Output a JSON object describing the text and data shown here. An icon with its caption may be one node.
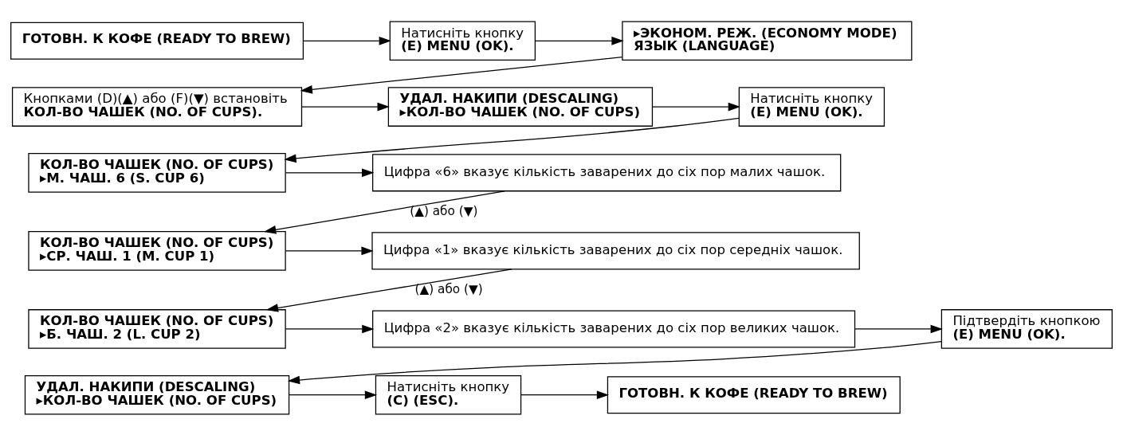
{
  "diagram": {
    "nodes": [
      {
        "text": [
          "ГОТОВН. К КОФЕ (READY TO BREW)"
        ]
      },
      {
        "text": [
          "Натисніть кнопку",
          "(E) MENU (OK)."
        ]
      },
      {
        "text": [
          "▸ЭКОНОМ. РЕЖ. (ECONOMY MODE)",
          "ЯЗЫК (LANGUAGE)"
        ]
      },
      {
        "text": [
          "Кнопками (D)(▲) або (F)(▼) встановіть",
          "КОЛ-ВО ЧАШЕК (NO. OF CUPS)."
        ]
      },
      {
        "text": [
          "УДАЛ. НАКИПИ (DESCALING)",
          "▸КОЛ-ВО ЧАШЕК (NO. OF CUPS)"
        ]
      },
      {
        "text": [
          "Натисніть кнопку",
          "(E) MENU (OK)."
        ]
      },
      {
        "text": [
          "КОЛ-ВО ЧАШЕК (NO. OF CUPS)",
          "▸М. ЧАШ. 6 (S. CUP 6)"
        ]
      },
      {
        "text": [
          "Цифра «6» вказує кількість заварених до сіх пор малих чашок."
        ]
      },
      {
        "text": [
          "КОЛ-ВО ЧАШЕК (NO. OF CUPS)",
          "▸СР. ЧАШ. 1 (M. CUP 1)"
        ]
      },
      {
        "text": [
          "Цифра «1» вказує кількість заварених до сіх пор середніх чашок."
        ]
      },
      {
        "text": [
          "КОЛ-ВО ЧАШЕК (NO. OF CUPS)",
          "▸Б. ЧАШ. 2 (L. CUP 2)"
        ]
      },
      {
        "text": [
          "Цифра «2» вказує кількість заварених до сіх пор великих чашок."
        ]
      },
      {
        "text": [
          "Підтвердіть кнопкою",
          "(E) MENU (OK)."
        ]
      },
      {
        "text": [
          "УДАЛ. НАКИПИ (DESCALING)",
          "▸КОЛ-ВО ЧАШЕК (NO. OF CUPS)"
        ]
      },
      {
        "text": [
          "Натисніть кнопку",
          "(C) (ESC)."
        ]
      },
      {
        "text": [
          "ГОТОВН. К КОФЕ (READY TO BREW)"
        ]
      }
    ],
    "edges": [
      {
        "from": 0,
        "to": 1,
        "arrow": "to"
      },
      {
        "from": 1,
        "to": 2,
        "arrow": "to"
      },
      {
        "from": 2,
        "to": 3,
        "arrow": "to"
      },
      {
        "from": 3,
        "to": 4,
        "arrow": "to"
      },
      {
        "from": 4,
        "to": 5,
        "arrow": "to"
      },
      {
        "from": 5,
        "to": 6,
        "arrow": "to"
      },
      {
        "from": 6,
        "to": 7,
        "arrow": "to"
      },
      {
        "from": 7,
        "to": 8,
        "arrow": "to",
        "label": "(▲) або (▼)"
      },
      {
        "from": 8,
        "to": 9,
        "arrow": "to"
      },
      {
        "from": 9,
        "to": 10,
        "arrow": "to",
        "label": "(▲) або (▼)"
      },
      {
        "from": 10,
        "to": 11,
        "arrow": "to"
      },
      {
        "from": 11,
        "to": 12,
        "arrow": "to"
      },
      {
        "from": 12,
        "to": 13,
        "arrow": "to"
      },
      {
        "from": 13,
        "to": 14,
        "arrow": "to"
      },
      {
        "from": 14,
        "to": 15,
        "arrow": "to"
      }
    ]
  }
}
